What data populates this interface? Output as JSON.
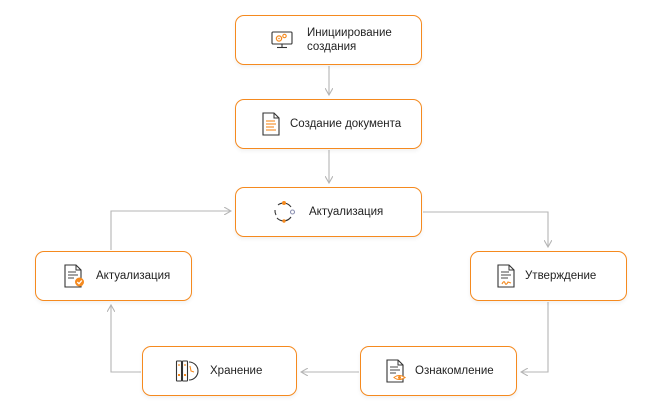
{
  "accent_color": "#f58a1f",
  "connector_color": "#b5b5b5",
  "nodes": {
    "initiation": {
      "label": "Инициирование\nсоздания",
      "icon": "monitor-gear-icon"
    },
    "creation": {
      "label": "Создание документа",
      "icon": "document-lines-icon"
    },
    "actualization": {
      "label": "Актуализация",
      "icon": "refresh-cycle-icon"
    },
    "approval": {
      "label": "Утверждение",
      "icon": "document-signature-icon"
    },
    "review": {
      "label": "Ознакомление",
      "icon": "document-eye-icon"
    },
    "storage": {
      "label": "Хранение",
      "icon": "archive-binders-icon"
    },
    "actualization_doc": {
      "label": "Актуализация",
      "icon": "document-check-icon"
    }
  }
}
